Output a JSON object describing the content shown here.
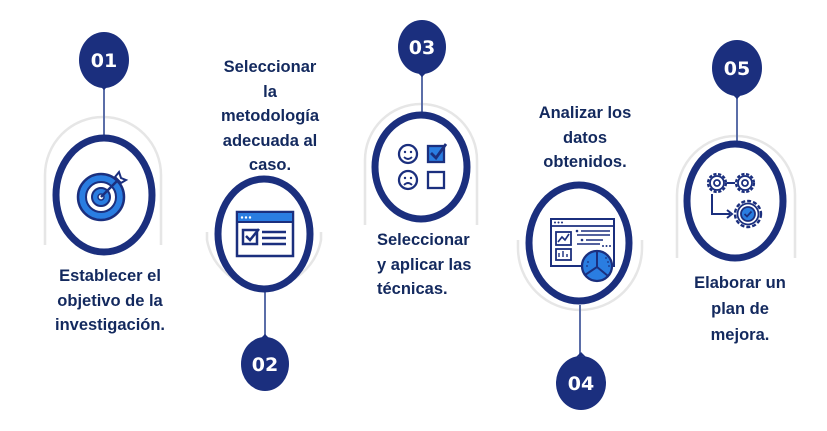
{
  "diagram": {
    "type": "process-timeline",
    "colors": {
      "navy": "#1b2f7e",
      "text": "#13295e",
      "accent_blue": "#2a7de1",
      "connector": "#5b6ea8",
      "halo": "#e6e6e6"
    },
    "steps": [
      {
        "number": "01",
        "icon": "target-icon",
        "badge_position": "top",
        "lines": [
          "Establecer el",
          "objetivo de la",
          "investigación."
        ]
      },
      {
        "number": "02",
        "icon": "checklist-window-icon",
        "badge_position": "bottom",
        "lines": [
          "Seleccionar",
          "la",
          "metodología",
          "adecuada al",
          "caso."
        ]
      },
      {
        "number": "03",
        "icon": "survey-faces-checkbox-icon",
        "badge_position": "top",
        "lines": [
          "Seleccionar",
          "y aplicar las",
          "técnicas."
        ]
      },
      {
        "number": "04",
        "icon": "analytics-dashboard-pie-icon",
        "badge_position": "bottom",
        "lines": [
          "Analizar los",
          "datos",
          "obtenidos."
        ]
      },
      {
        "number": "05",
        "icon": "gears-process-check-icon",
        "badge_position": "top",
        "lines": [
          "Elaborar un",
          "plan de",
          "mejora."
        ]
      }
    ]
  }
}
